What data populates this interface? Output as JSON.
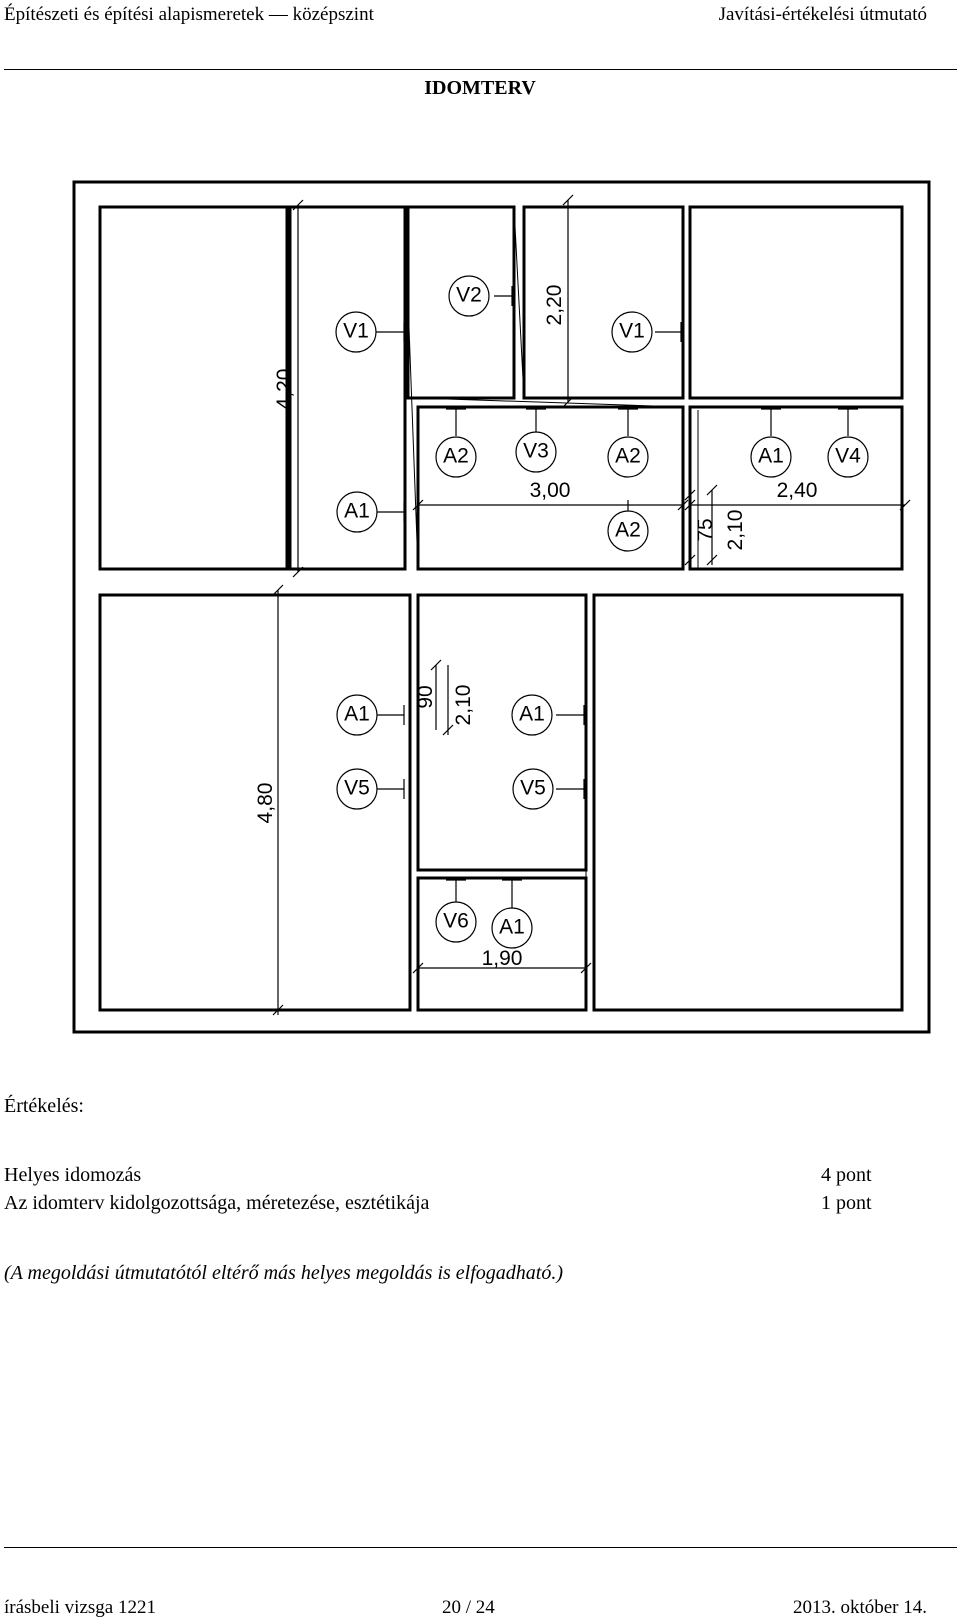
{
  "header": {
    "left": "Építészeti és építési alapismeretek — középszint",
    "right": "Javítási-értékelési útmutató"
  },
  "title": "IDOMTERV",
  "plan": {
    "labels": {
      "v1a": "V1",
      "v2": "V2",
      "v1b": "V1",
      "a1a": "A1",
      "a2a": "A2",
      "v3": "V3",
      "a2b": "A2",
      "a2c": "A2",
      "a1b": "A1",
      "v4": "V4",
      "a1c": "A1",
      "a1d": "A1",
      "v5a": "V5",
      "v5b": "V5",
      "v6": "V6",
      "a1e": "A1"
    },
    "dims": {
      "d420": "4,20",
      "d220": "2,20",
      "d300": "3,00",
      "d75": "75",
      "d210a": "2,10",
      "d240": "2,40",
      "d90": "90",
      "d210b": "2,10",
      "d480": "4,80",
      "d190": "1,90"
    }
  },
  "evaluation": {
    "heading": "Értékelés:",
    "items": [
      {
        "label": "Helyes idomozás",
        "score": "4 pont"
      },
      {
        "label": "Az idomterv kidolgozottsága, méretezése, esztétikája",
        "score": "1 pont"
      }
    ],
    "note": "(A megoldási útmutatótól eltérő más helyes megoldás is elfogadható.)"
  },
  "footer": {
    "left": "írásbeli vizsga 1221",
    "center": "20 / 24",
    "right": "2013. október 14."
  }
}
